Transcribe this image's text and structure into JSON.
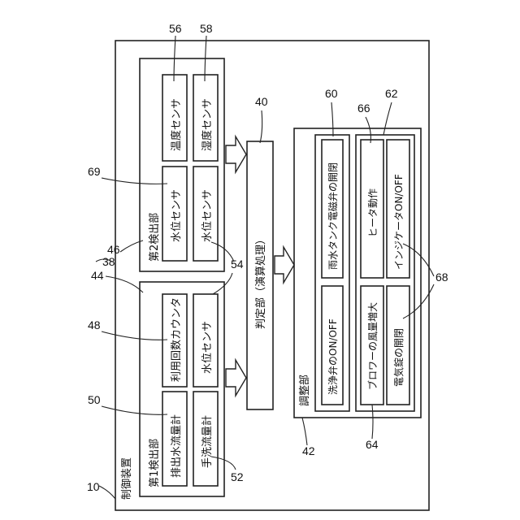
{
  "control_device": {
    "label": "制御装置",
    "ref": "10"
  },
  "first_detection": {
    "label": "第1検出部",
    "ref_44": "44"
  },
  "second_detection": {
    "label": "第2検出部",
    "ref_46": "46"
  },
  "detection_group_ref": "38",
  "judgment": {
    "label": "判定部（演算処理）",
    "ref": "40"
  },
  "adjustment": {
    "label": "調整部",
    "ref": "42"
  },
  "sensors": {
    "discharge_flow": {
      "label": "排出水流量計",
      "ref": "50"
    },
    "hand_wash_flow": {
      "label": "手洗流量計",
      "ref": "52"
    },
    "usage_counter": {
      "label": "利用回数カウンタ",
      "ref": "48"
    },
    "water_level_1": {
      "label": "水位センサ",
      "ref": "54"
    },
    "water_level_2": {
      "label": "水位センサ",
      "ref": "69"
    },
    "water_level_3": {
      "label": "水位センサ"
    },
    "temperature": {
      "label": "温度センサ",
      "ref": "56"
    },
    "humidity": {
      "label": "湿度センサ",
      "ref": "58"
    }
  },
  "actuators": {
    "wash_valve": {
      "label": "洗浄弁のON/OFF"
    },
    "rain_tank_valve": {
      "label": "雨水タンク電磁弁の開閉",
      "ref": "60"
    },
    "blower": {
      "label": "ブロワーの風量増大",
      "ref": "64"
    },
    "heater": {
      "label": "ヒータ動作",
      "ref": "66"
    },
    "e_lock": {
      "label": "電気錠の開閉"
    },
    "indicator": {
      "label": "インジケータON/OFF"
    },
    "group_62_ref": "62",
    "group_68_ref": "68"
  }
}
